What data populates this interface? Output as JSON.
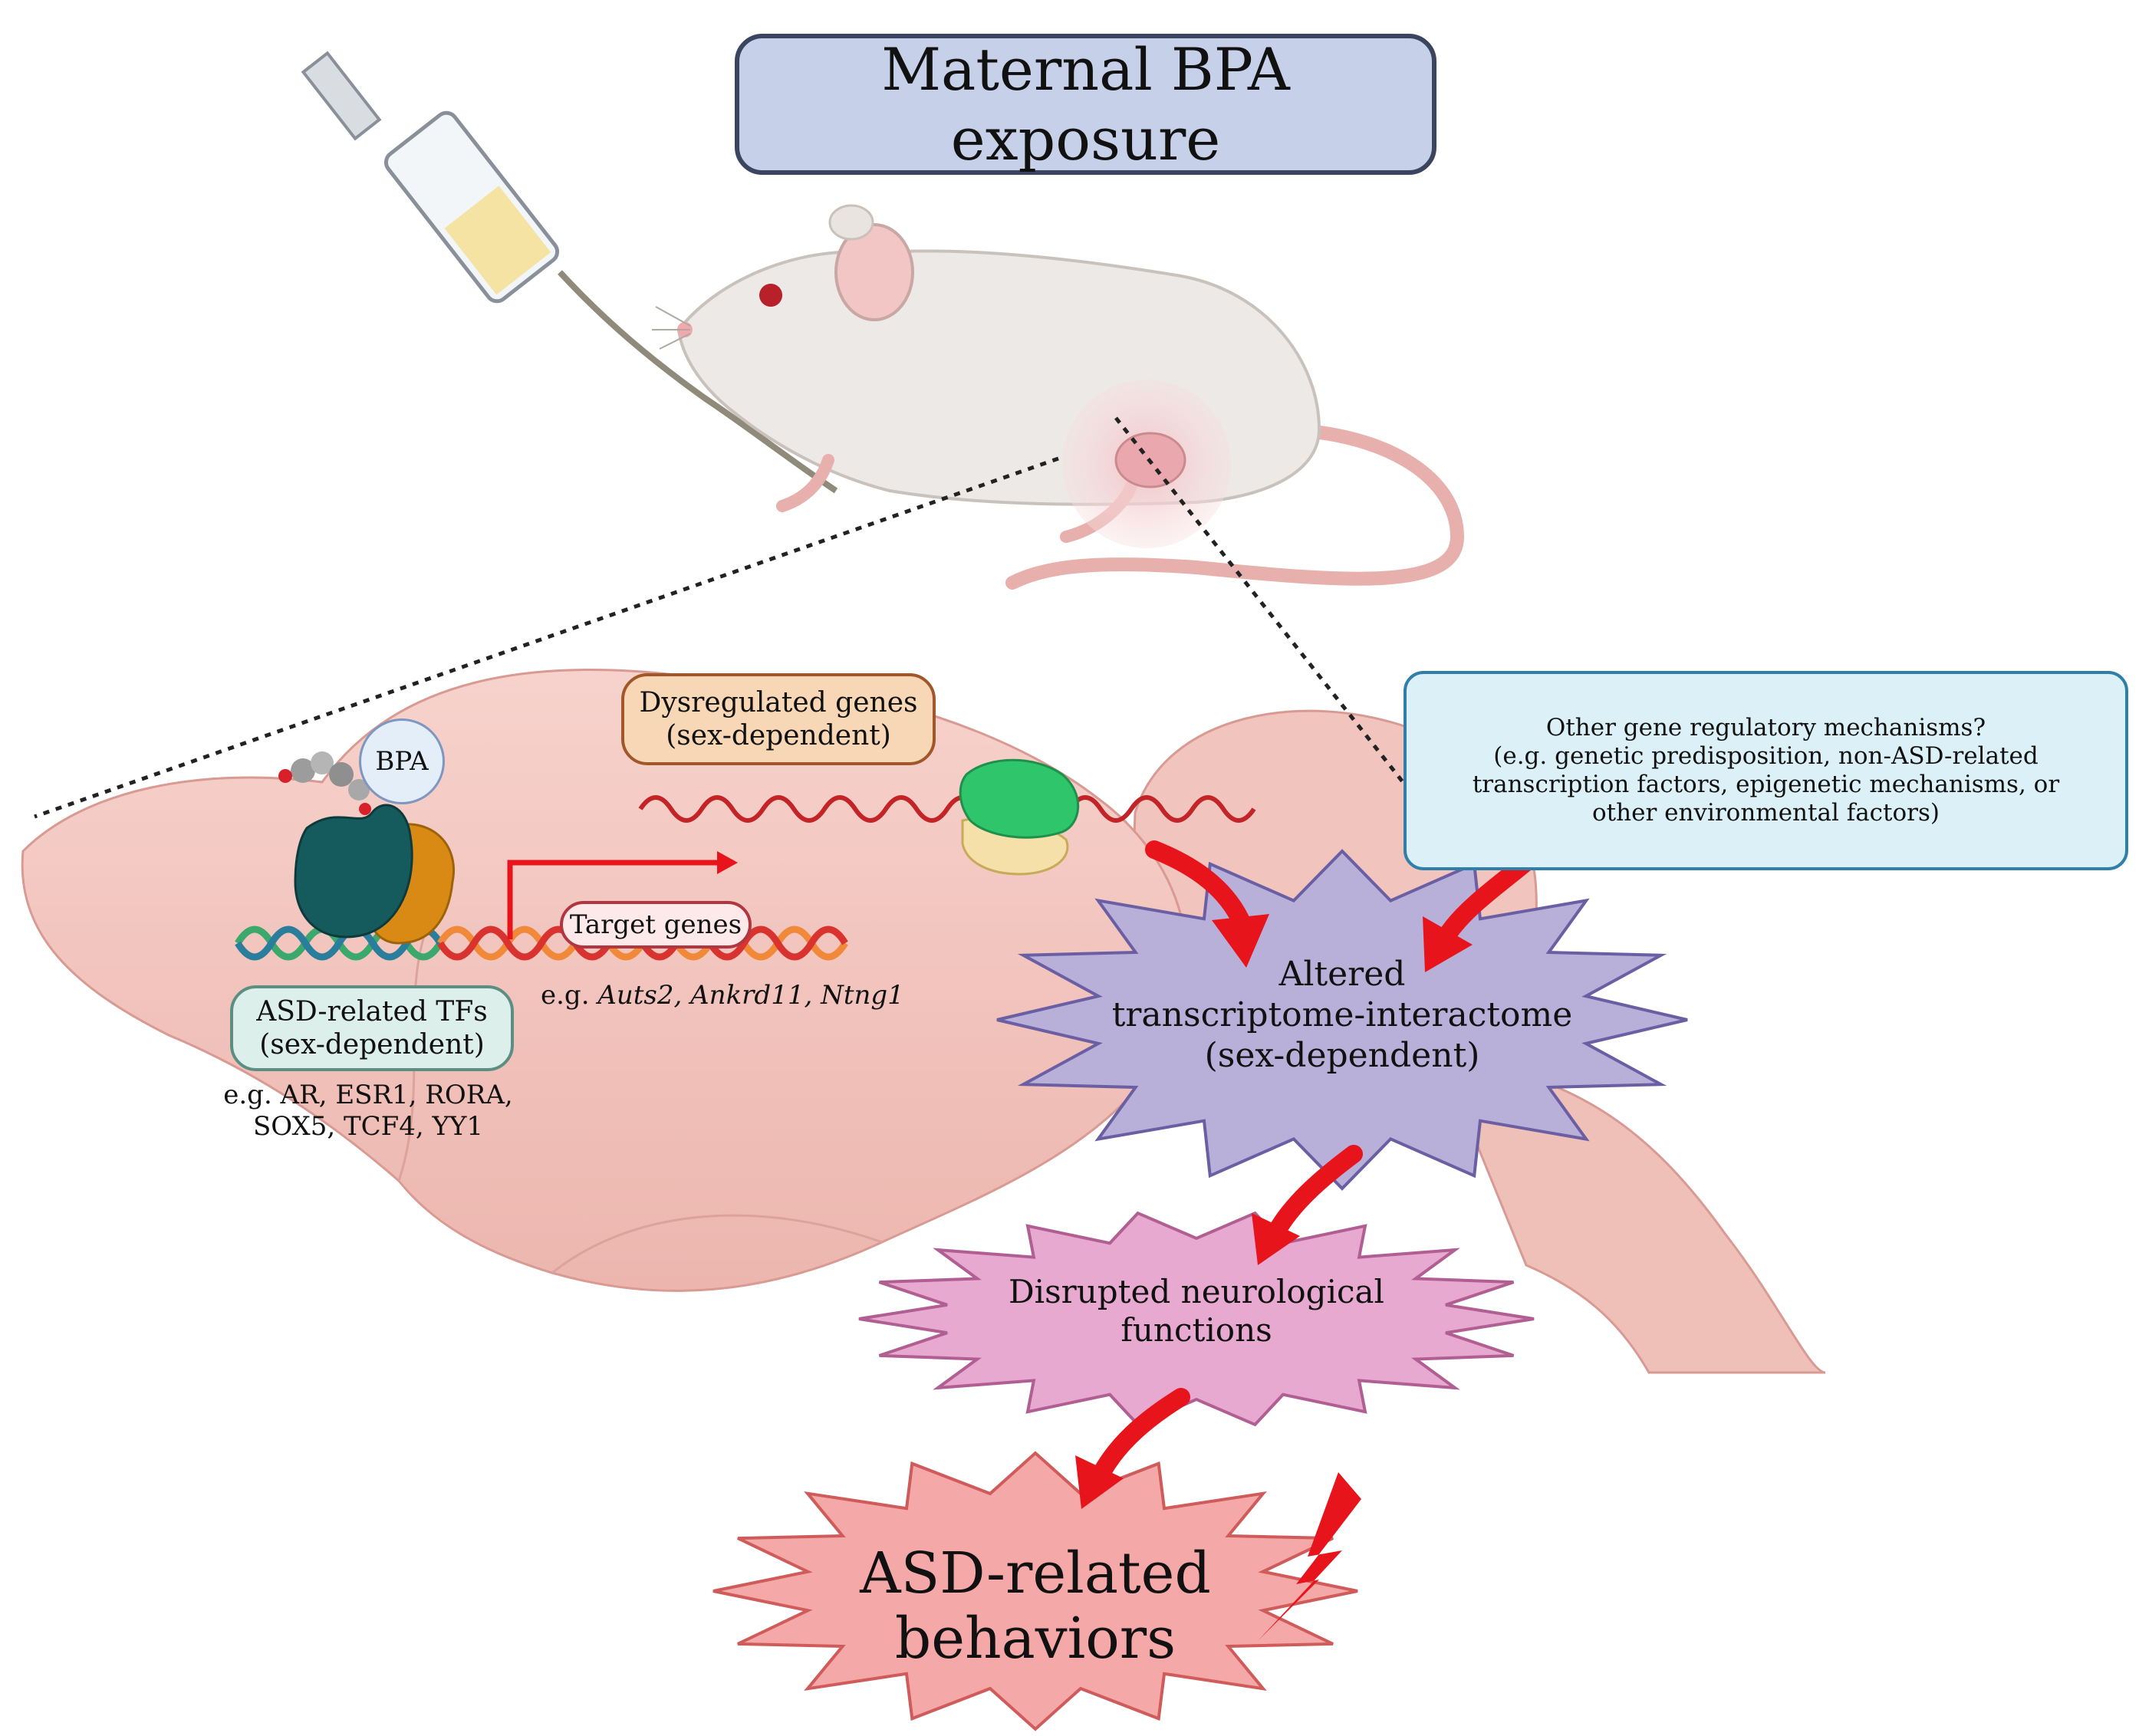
{
  "title": "Maternal BPA exposure",
  "bpa_label": "BPA",
  "dysregulated": {
    "line1": "Dysregulated genes",
    "line2": "(sex-dependent)"
  },
  "target_genes": "Target genes",
  "example_genes": {
    "prefix": "e.g. ",
    "genes": "Auts2, Ankrd11, Ntng1"
  },
  "asd_tfs": {
    "line1": "ASD-related TFs",
    "line2": "(sex-dependent)"
  },
  "example_tfs": {
    "line1": "e.g. AR, ESR1, RORA,",
    "line2": "SOX5, TCF4, YY1"
  },
  "other_mechanisms": {
    "line1": "Other gene regulatory mechanisms?",
    "line2": "(e.g. genetic predisposition, non-ASD-related",
    "line3": "transcription factors, epigenetic mechanisms, or",
    "line4": "other environmental factors)"
  },
  "altered": {
    "line1": "Altered",
    "line2": "transcriptome-interactome",
    "line3": "(sex-dependent)"
  },
  "disrupted": {
    "line1": "Disrupted neurological",
    "line2": "functions"
  },
  "outcome": {
    "line1": "ASD-related",
    "line2": "behaviors"
  },
  "colors": {
    "brain": "#f2c4be",
    "mouse": "#ece9e6",
    "arrow": "#e8141b",
    "altered_burst": "#b9b0da",
    "disrupted_burst": "#e7a9cf",
    "outcome_burst": "#f5a8a8"
  }
}
